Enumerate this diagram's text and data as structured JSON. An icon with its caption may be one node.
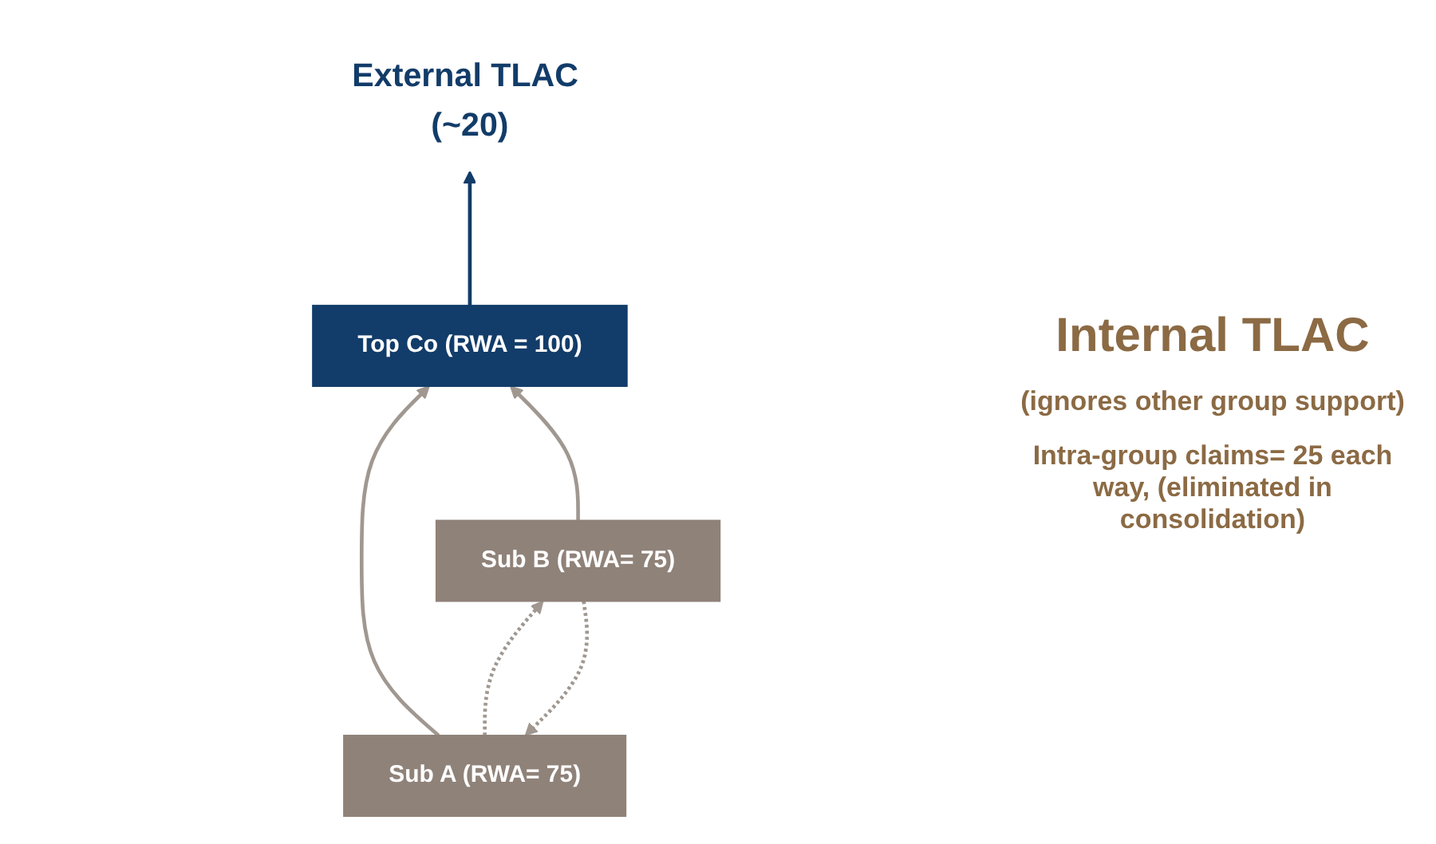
{
  "diagram": {
    "nodes": [
      {
        "text": [
          "Top Co (RWA = 100)"
        ]
      },
      {
        "text": [
          "External TLAC (~20)"
        ]
      },
      {
        "text": [
          "Sub A (RWA= 75)"
        ]
      },
      {
        "text": [
          "Sub B (RWA= 75)"
        ]
      }
    ],
    "edges": [
      {
        "from": 0,
        "to": 1,
        "arrow": "to",
        "color": "#123c69"
      },
      {
        "from": 2,
        "to": 0,
        "arrow": "to"
      },
      {
        "from": 3,
        "to": 0,
        "arrow": "to"
      },
      {
        "from": 2,
        "to": 3,
        "arrow": "to",
        "style": "dashed"
      },
      {
        "from": 3,
        "to": 2,
        "arrow": "to",
        "style": "dashed"
      }
    ],
    "labels": [
      "Internal TLAC",
      "(ignores other group support)",
      "Intra-group claims= 25 each way, (eliminated in consolidation)"
    ]
  }
}
